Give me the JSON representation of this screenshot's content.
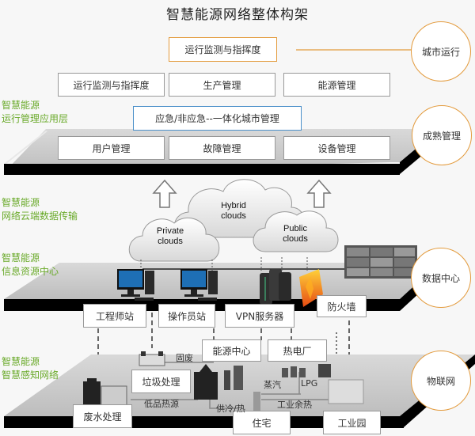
{
  "title": "智慧能源网络整体构架",
  "layers": [
    {
      "id": "app",
      "label_line1": "智慧能源",
      "label_line2": "运行管理应用层",
      "circle": "成熟管理"
    },
    {
      "id": "cloud",
      "label_line1": "智慧能源",
      "label_line2": "网络云端数据传输"
    },
    {
      "id": "datacenter",
      "label_line1": "智慧能源",
      "label_line2": "信息资源中心",
      "circle": "数据中心"
    },
    {
      "id": "iot",
      "label_line1": "智慧能源",
      "label_line2": "智慧感知网络",
      "circle": "物联网"
    }
  ],
  "top": {
    "box": "运行监测与指挥度",
    "circle": "城市运行"
  },
  "app_layer": {
    "row1": [
      "运行监测与指挥度",
      "生产管理",
      "能源管理"
    ],
    "middle": "应急/非应急--一体化城市管理",
    "row2": [
      "用户管理",
      "故障管理",
      "设备管理"
    ]
  },
  "clouds": {
    "private": [
      "Private",
      "clouds"
    ],
    "hybrid": [
      "Hybrid",
      "clouds"
    ],
    "public": [
      "Public",
      "clouds"
    ]
  },
  "datacenter_layer": {
    "boxes": [
      "工程师站",
      "操作员站",
      "VPN服务器",
      "防火墙"
    ]
  },
  "iot_layer": {
    "boxes": [
      "垃圾处理",
      "能源中心",
      "热电厂",
      "废水处理",
      "住宅",
      "工业园"
    ],
    "flow_labels": [
      "固废",
      "低品热源",
      "供冷/热",
      "蒸汽",
      "LPG",
      "工业余热"
    ]
  },
  "colors": {
    "accent_orange": "#e39a3b",
    "accent_blue": "#4a8fc9",
    "layer_label_green": "#6aaa2a",
    "platform_top": "#c8c8c8",
    "platform_edge": "#000000"
  }
}
